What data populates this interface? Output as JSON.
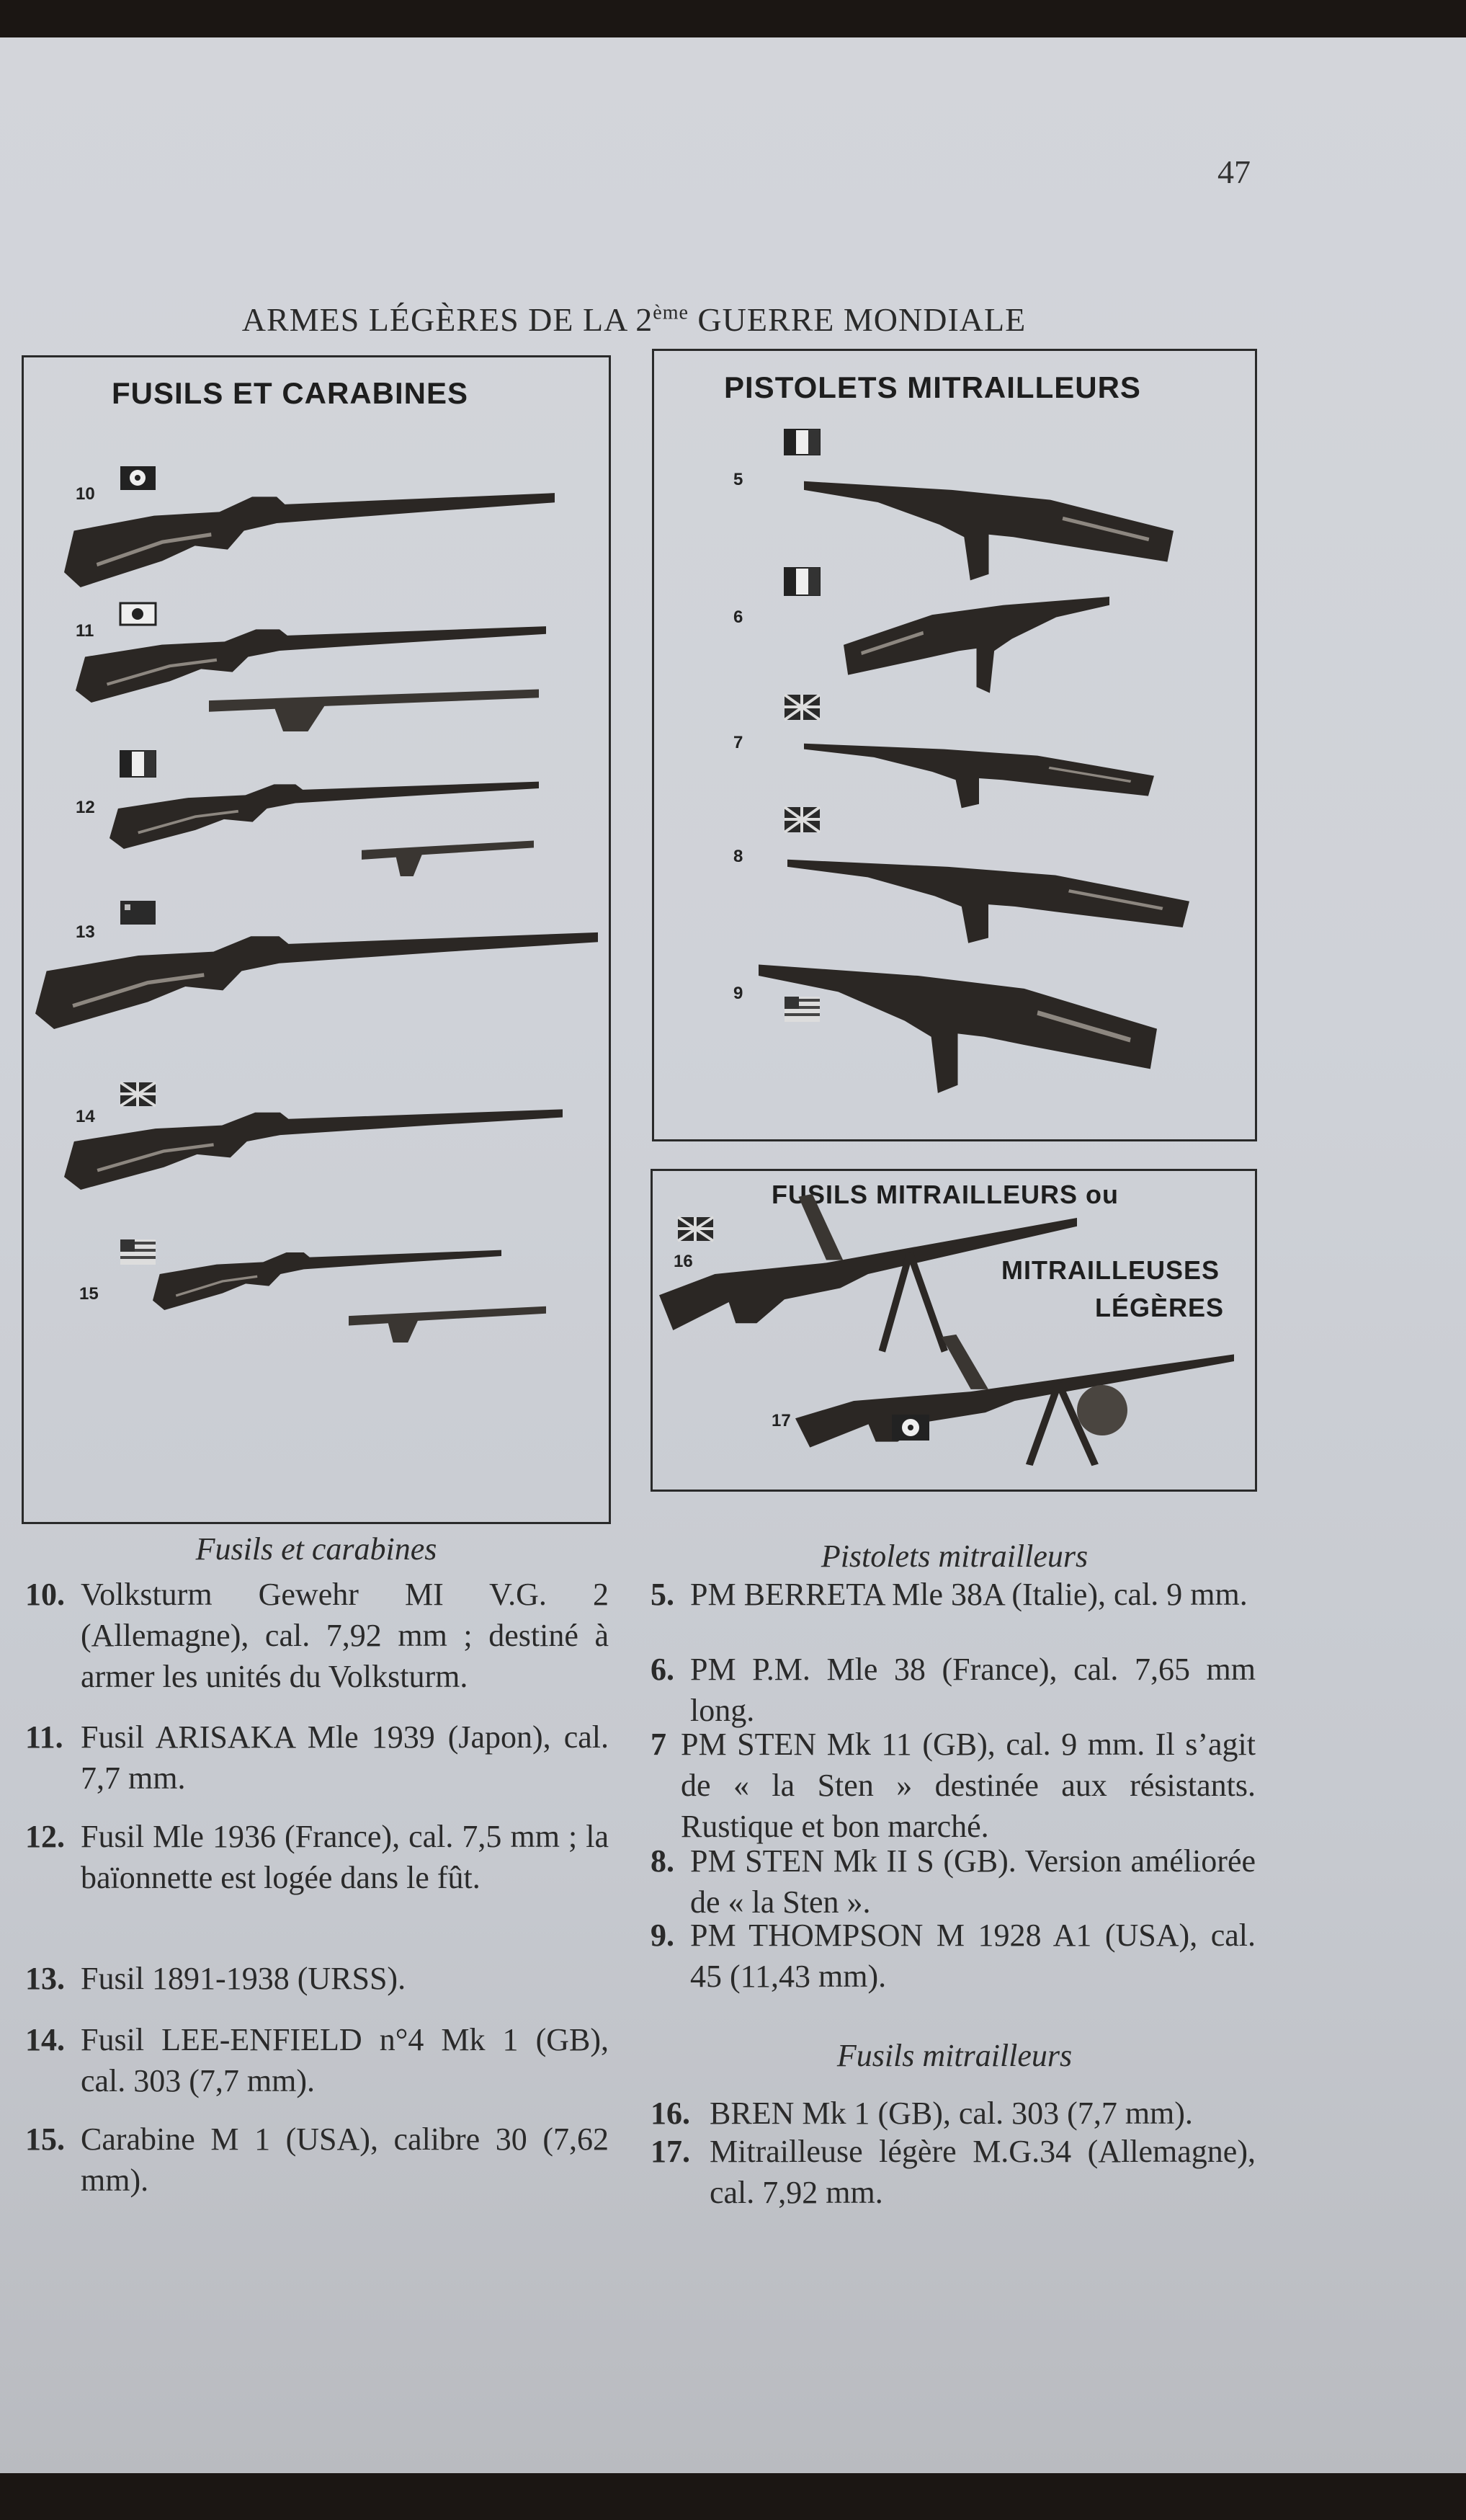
{
  "header": {
    "page_number": "47",
    "title_pre": "ARMES LÉGÈRES DE LA 2",
    "title_sup": "ème",
    "title_post": " GUERRE MONDIALE"
  },
  "panels": {
    "rifles": {
      "title": "FUSILS ET CARABINES",
      "figures": [
        "10",
        "11",
        "12",
        "13",
        "14",
        "15"
      ]
    },
    "smg": {
      "title": "PISTOLETS MITRAILLEURS",
      "figures": [
        "5",
        "6",
        "7",
        "8",
        "9"
      ]
    },
    "lmg": {
      "title_line1": "FUSILS MITRAILLEURS ou",
      "title_line2": "MITRAILLEUSES",
      "title_line3": "LÉGÈRES",
      "figures": [
        "16",
        "17"
      ]
    }
  },
  "captions": {
    "rifles": "Fusils et carabines",
    "smg": "Pistolets mitrailleurs",
    "lmg": "Fusils mitrailleurs"
  },
  "rifles_list": [
    {
      "num": "10.",
      "text": "Volksturm Gewehr MI V.G. 2 (Allemagne), cal. 7,92 mm ; destiné à armer les unités du Volksturm."
    },
    {
      "num": "11.",
      "text": "Fusil ARISAKA Mle 1939 (Japon), cal. 7,7 mm."
    },
    {
      "num": "12.",
      "text": "Fusil Mle 1936 (France), cal. 7,5 mm ; la baïonnette est logée dans le fût."
    },
    {
      "num": "13.",
      "text": "Fusil 1891-1938 (URSS)."
    },
    {
      "num": "14.",
      "text": "Fusil LEE-ENFIELD n°4 Mk 1 (GB), cal. 303 (7,7 mm)."
    },
    {
      "num": "15.",
      "text": "Carabine M 1 (USA), calibre 30 (7,62 mm)."
    }
  ],
  "smg_list": [
    {
      "num": "5.",
      "text": "PM BERRETA Mle 38A (Italie), cal. 9 mm."
    },
    {
      "num": "6.",
      "text": "PM P.M. Mle 38 (France), cal. 7,65 mm long."
    },
    {
      "num": "7",
      "text": "PM STEN Mk 11 (GB), cal. 9 mm. Il s’agit de « la Sten » destinée aux résistants. Rustique et bon marché."
    },
    {
      "num": "8.",
      "text": "PM STEN Mk II S (GB). Version améliorée de « la Sten »."
    },
    {
      "num": "9.",
      "text": "PM THOMPSON M 1928 A1 (USA), cal. 45 (11,43 mm)."
    }
  ],
  "lmg_list": [
    {
      "num": "16.",
      "text": "BREN Mk 1 (GB), cal. 303 (7,7 mm)."
    },
    {
      "num": "17.",
      "text": "Mitrailleuse légère M.G.34 (Allemagne), cal. 7,92 mm."
    }
  ]
}
